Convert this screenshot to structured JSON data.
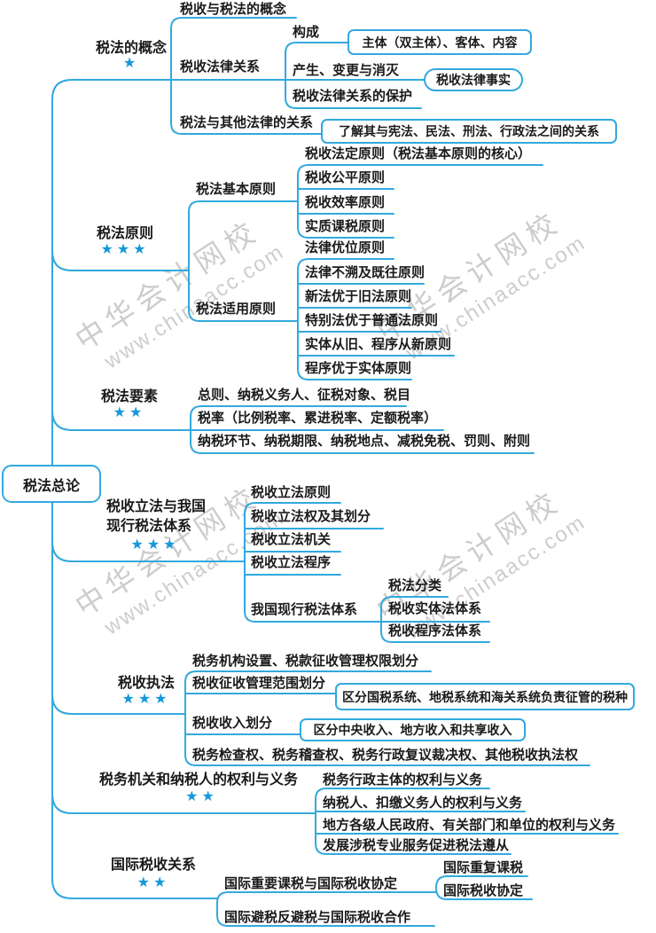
{
  "colors": {
    "line_blue": "#32a9de",
    "star_blue": "#1598da",
    "text_black": "#1a1a1a",
    "watermark_gray": "#c8c8c8",
    "background": "#ffffff"
  },
  "root": {
    "label": "税法总论"
  },
  "watermark": {
    "line1": "中华会计网校",
    "line2": "www.chinaacc.com"
  },
  "concept": {
    "label": "税法的概念",
    "stars": "★",
    "def": "税收与税法的概念",
    "legal_relation": "税收法律关系",
    "compose": "构成",
    "compose_box": "主体（双主体）、客体、内容",
    "arise": "产生、变更与消灭",
    "arise_box": "税收法律事实",
    "protect": "税收法律关系的保护",
    "other_laws": "税法与其他法律的关系",
    "other_laws_box": "了解其与宪法、民法、刑法、行政法之间的关系"
  },
  "principles": {
    "label": "税法原则",
    "stars": "★★★",
    "basic_label": "税法基本原则",
    "basic": [
      "税收法定原则（税法基本原则的核心）",
      "税收公平原则",
      "税收效率原则",
      "实质课税原则"
    ],
    "apply_label": "税法适用原则",
    "apply": [
      "法律优位原则",
      "法律不溯及既往原则",
      "新法优于旧法原则",
      "特别法优于普通法原则",
      "实体从旧、程序从新原则",
      "程序优于实体原则"
    ]
  },
  "elements": {
    "label": "税法要素",
    "stars": "★★",
    "items": [
      "总则、纳税义务人、征税对象、税目",
      "税率（比例税率、累进税率、定额税率）",
      "纳税环节、纳税期限、纳税地点、减税免税、罚则、附则"
    ]
  },
  "legislation": {
    "label_line1": "税收立法与我国",
    "label_line2": "现行税法体系",
    "stars": "★★★",
    "items": [
      "税收立法原则",
      "税收立法权及其划分",
      "税收立法机关",
      "税收立法程序"
    ],
    "system_label": "我国现行税法体系",
    "system_items": [
      "税法分类",
      "税收实体法体系",
      "税收程序法体系"
    ]
  },
  "enforcement": {
    "label": "税收执法",
    "stars": "★★★",
    "item1": "税务机构设置、税款征收管理权限划分",
    "item2": "税收征收管理范围划分",
    "item2_box": "区分国税系统、地税系统和海关系统负责征管的税种",
    "item3": "税收收入划分",
    "item3_box": "区分中央收入、地方收入和共享收入",
    "item4": "税务检查权、税务稽查权、税务行政复议裁决权、其他税收执法权"
  },
  "rights": {
    "label": "税务机关和纳税人的权利与义务",
    "stars": "★★",
    "items": [
      "税务行政主体的权利与义务",
      "纳税人、扣缴义务人的权利与义务",
      "地方各级人民政府、有关部门和单位的权利与义务",
      "发展涉税专业服务促进税法遵从"
    ]
  },
  "international": {
    "label": "国际税收关系",
    "stars": "★★",
    "item1": "国际重要课税与国际税收协定",
    "item1_children": [
      "国际重复课税",
      "国际税收协定"
    ],
    "item2": "国际避税反避税与国际税收合作"
  }
}
